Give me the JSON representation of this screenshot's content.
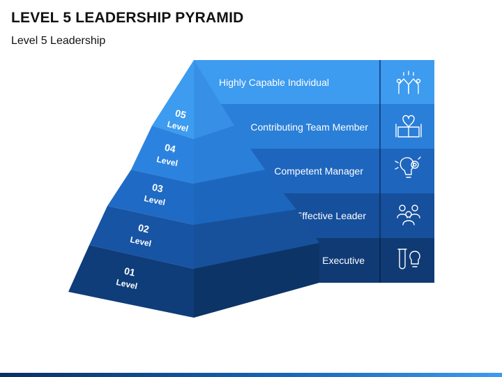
{
  "slide": {
    "title": "LEVEL 5 LEADERSHIP PYRAMID",
    "subtitle": "Level 5 Leadership"
  },
  "levels": [
    {
      "number": "05",
      "word": "Level",
      "label": "Highly Capable Individual",
      "icon": "high-five-icon",
      "color": "#3d9bf0"
    },
    {
      "number": "04",
      "word": "Level",
      "label": "Contributing Team Member",
      "icon": "puzzle-hands-icon",
      "color": "#2a7fd8"
    },
    {
      "number": "03",
      "word": "Level",
      "label": "Competent Manager",
      "icon": "lightbulb-gears-icon",
      "color": "#1e65bd"
    },
    {
      "number": "02",
      "word": "Level",
      "label": "Effective Leader",
      "icon": "team-icon",
      "color": "#164f9b"
    },
    {
      "number": "01",
      "word": "Level",
      "label": "Executive",
      "icon": "strategy-icon",
      "color": "#0f3a74"
    }
  ]
}
